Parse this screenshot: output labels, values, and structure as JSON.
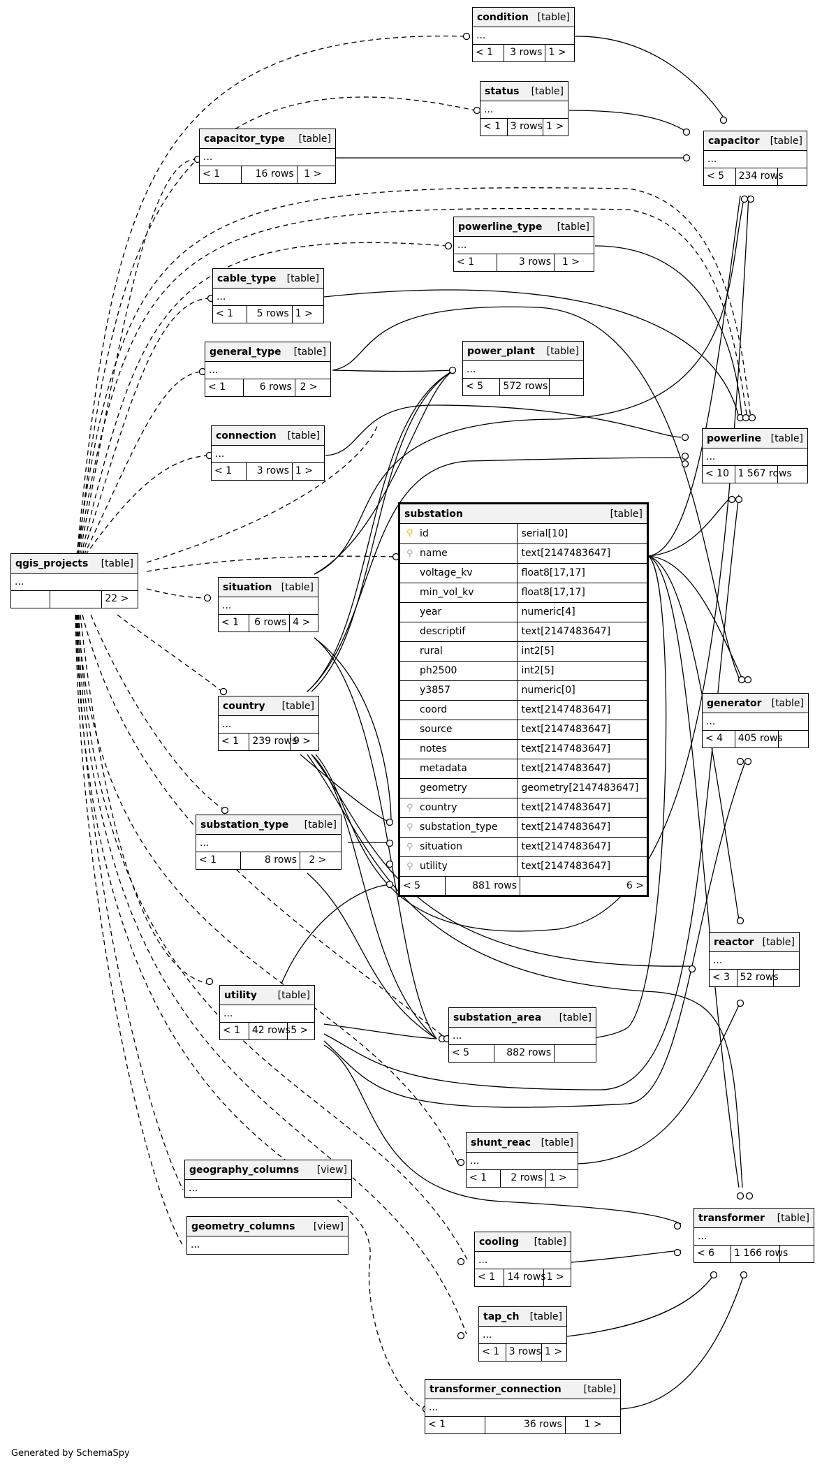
{
  "tables": {
    "condition": {
      "name": "condition",
      "type": "[table]",
      "cols": "...",
      "f1": "< 1",
      "f2": "3 rows",
      "f3": "1 >"
    },
    "status": {
      "name": "status",
      "type": "[table]",
      "cols": "...",
      "f1": "< 1",
      "f2": "3 rows",
      "f3": "1 >"
    },
    "capacitor_type": {
      "name": "capacitor_type",
      "type": "[table]",
      "cols": "...",
      "f1": "< 1",
      "f2": "16 rows",
      "f3": "1 >"
    },
    "capacitor": {
      "name": "capacitor",
      "type": "[table]",
      "cols": "...",
      "f1": "< 5",
      "f2": "234 rows",
      "f3": ""
    },
    "powerline_type": {
      "name": "powerline_type",
      "type": "[table]",
      "cols": "...",
      "f1": "< 1",
      "f2": "3 rows",
      "f3": "1 >"
    },
    "cable_type": {
      "name": "cable_type",
      "type": "[table]",
      "cols": "...",
      "f1": "< 1",
      "f2": "5 rows",
      "f3": "1 >"
    },
    "general_type": {
      "name": "general_type",
      "type": "[table]",
      "cols": "...",
      "f1": "< 1",
      "f2": "6 rows",
      "f3": "2 >"
    },
    "power_plant": {
      "name": "power_plant",
      "type": "[table]",
      "cols": "...",
      "f1": "< 5",
      "f2": "572 rows",
      "f3": ""
    },
    "connection": {
      "name": "connection",
      "type": "[table]",
      "cols": "...",
      "f1": "< 1",
      "f2": "3 rows",
      "f3": "1 >"
    },
    "powerline": {
      "name": "powerline",
      "type": "[table]",
      "cols": "...",
      "f1": "< 10",
      "f2": "1 567 rows",
      "f3": ""
    },
    "qgis_projects": {
      "name": "qgis_projects",
      "type": "[table]",
      "cols": "...",
      "f1": "",
      "f2": "",
      "f3": "22 >"
    },
    "situation": {
      "name": "situation",
      "type": "[table]",
      "cols": "...",
      "f1": "< 1",
      "f2": "6 rows",
      "f3": "4 >"
    },
    "country": {
      "name": "country",
      "type": "[table]",
      "cols": "...",
      "f1": "< 1",
      "f2": "239 rows",
      "f3": "9 >"
    },
    "generator": {
      "name": "generator",
      "type": "[table]",
      "cols": "...",
      "f1": "< 4",
      "f2": "405 rows",
      "f3": ""
    },
    "substation_type": {
      "name": "substation_type",
      "type": "[table]",
      "cols": "...",
      "f1": "< 1",
      "f2": "8 rows",
      "f3": "2 >"
    },
    "reactor": {
      "name": "reactor",
      "type": "[table]",
      "cols": "...",
      "f1": "< 3",
      "f2": "52 rows",
      "f3": ""
    },
    "utility": {
      "name": "utility",
      "type": "[table]",
      "cols": "...",
      "f1": "< 1",
      "f2": "42 rows",
      "f3": "5 >"
    },
    "substation_area": {
      "name": "substation_area",
      "type": "[table]",
      "cols": "...",
      "f1": "< 5",
      "f2": "882 rows",
      "f3": ""
    },
    "shunt_reac": {
      "name": "shunt_reac",
      "type": "[table]",
      "cols": "...",
      "f1": "< 1",
      "f2": "2 rows",
      "f3": "1 >"
    },
    "geography_columns": {
      "name": "geography_columns",
      "type": "[view]",
      "cols": "..."
    },
    "geometry_columns": {
      "name": "geometry_columns",
      "type": "[view]",
      "cols": "..."
    },
    "transformer": {
      "name": "transformer",
      "type": "[table]",
      "cols": "...",
      "f1": "< 6",
      "f2": "1 166 rows",
      "f3": ""
    },
    "cooling": {
      "name": "cooling",
      "type": "[table]",
      "cols": "...",
      "f1": "< 1",
      "f2": "14 rows",
      "f3": "1 >"
    },
    "tap_ch": {
      "name": "tap_ch",
      "type": "[table]",
      "cols": "...",
      "f1": "< 1",
      "f2": "3 rows",
      "f3": "1 >"
    },
    "transformer_connection": {
      "name": "transformer_connection",
      "type": "[table]",
      "cols": "...",
      "f1": "< 1",
      "f2": "36 rows",
      "f3": "1 >"
    }
  },
  "substation": {
    "name": "substation",
    "type": "[table]",
    "columns": [
      {
        "name": "id",
        "type": "serial[10]",
        "key": "pk"
      },
      {
        "name": "name",
        "type": "text[2147483647]",
        "key": "fk"
      },
      {
        "name": "voltage_kv",
        "type": "float8[17,17]",
        "key": ""
      },
      {
        "name": "min_vol_kv",
        "type": "float8[17,17]",
        "key": ""
      },
      {
        "name": "year",
        "type": "numeric[4]",
        "key": ""
      },
      {
        "name": "descriptif",
        "type": "text[2147483647]",
        "key": ""
      },
      {
        "name": "rural",
        "type": "int2[5]",
        "key": ""
      },
      {
        "name": "ph2500",
        "type": "int2[5]",
        "key": ""
      },
      {
        "name": "y3857",
        "type": "numeric[0]",
        "key": ""
      },
      {
        "name": "coord",
        "type": "text[2147483647]",
        "key": ""
      },
      {
        "name": "source",
        "type": "text[2147483647]",
        "key": ""
      },
      {
        "name": "notes",
        "type": "text[2147483647]",
        "key": ""
      },
      {
        "name": "metadata",
        "type": "text[2147483647]",
        "key": ""
      },
      {
        "name": "geometry",
        "type": "geometry[2147483647]",
        "key": ""
      },
      {
        "name": "country",
        "type": "text[2147483647]",
        "key": "fk"
      },
      {
        "name": "substation_type",
        "type": "text[2147483647]",
        "key": "fk"
      },
      {
        "name": "situation",
        "type": "text[2147483647]",
        "key": "fk"
      },
      {
        "name": "utility",
        "type": "text[2147483647]",
        "key": "fk"
      }
    ],
    "footer": {
      "parents": "< 5",
      "rows": "881 rows",
      "children": "6 >"
    }
  },
  "footer_note": "Generated by SchemaSpy",
  "colors": {
    "line": "#000000",
    "header_bg": "#f2f2f2",
    "pk_key": "#e0c000",
    "fk_key": "#a8a8a8"
  }
}
